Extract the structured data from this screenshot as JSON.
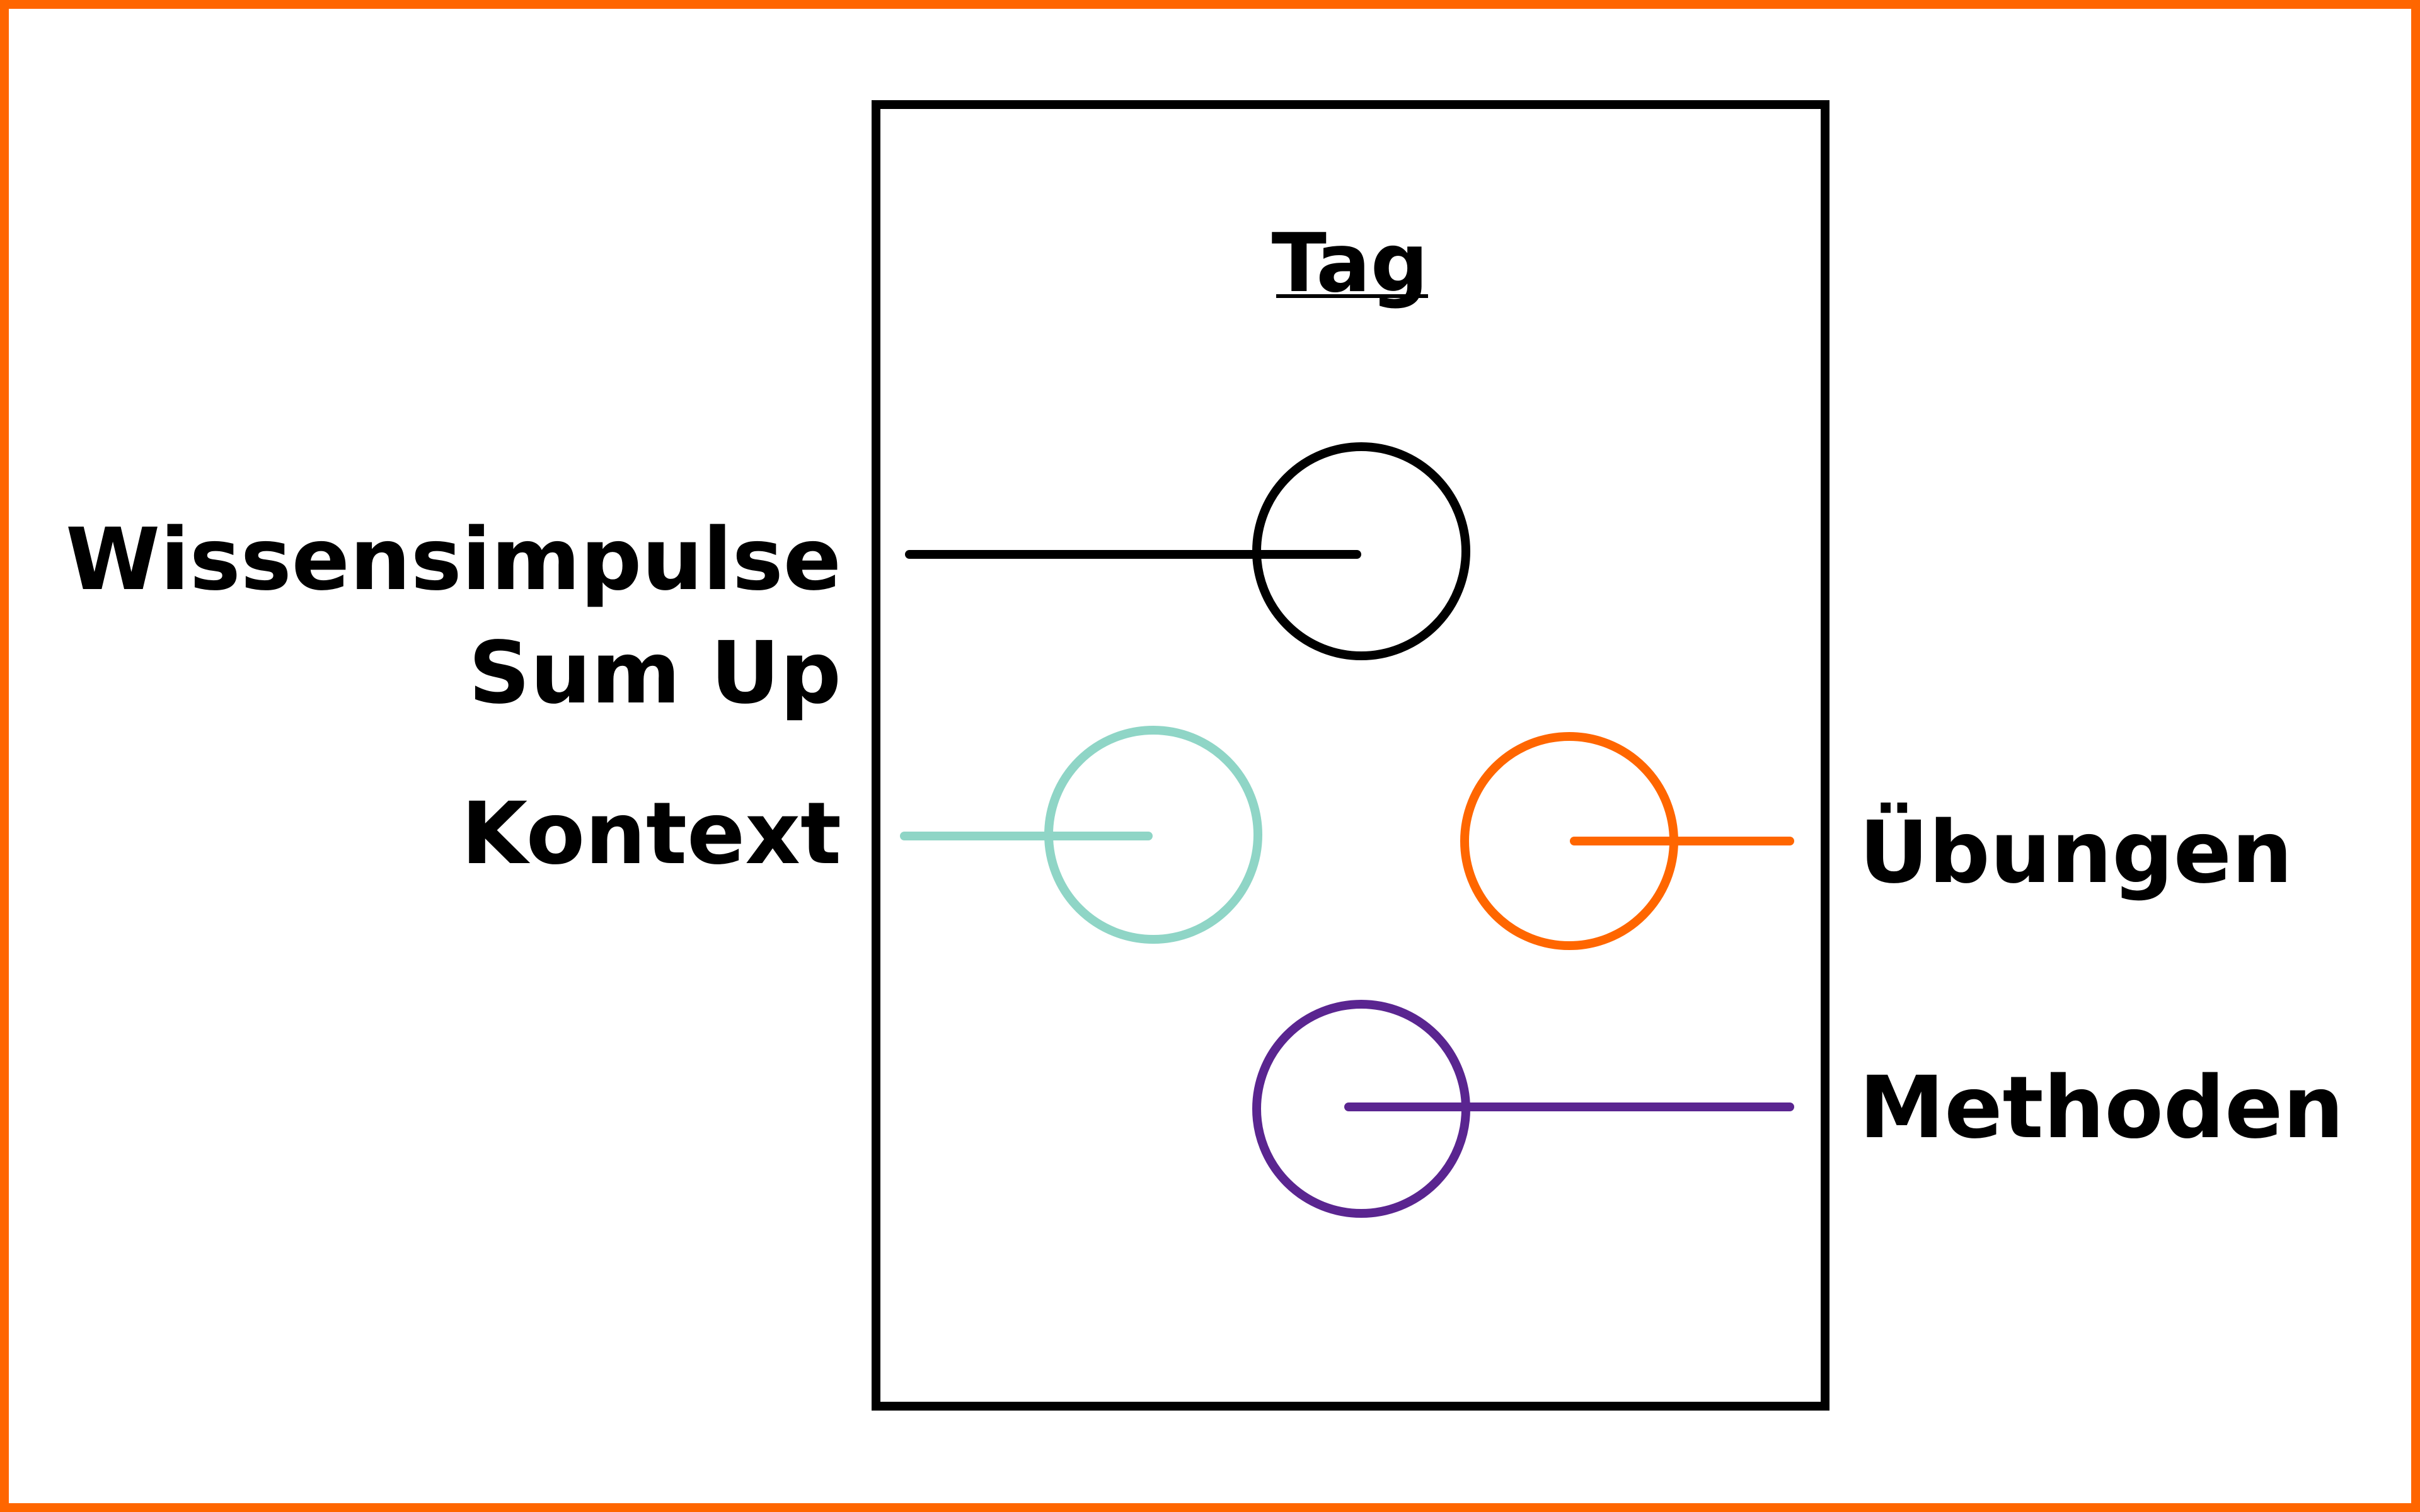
{
  "title": "Tag",
  "colors": {
    "frame": "#ff6600",
    "ink": "#000000",
    "teal": "#8fd5c6",
    "orange": "#ff6600",
    "purple": "#5a2590",
    "background": "#ffffff"
  },
  "labels": {
    "wissensimpulse": "Wissensimpulse",
    "sum_up": "Sum Up",
    "kontext": "Kontext",
    "uebungen": "Übungen",
    "methoden": "Methoden"
  }
}
